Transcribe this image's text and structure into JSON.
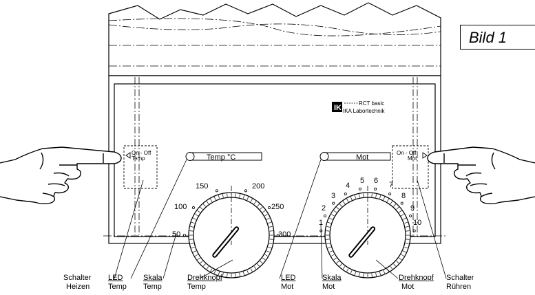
{
  "figure_label": "Bild 1",
  "device": {
    "model": "RCT basic",
    "brand": "IKA Labortechnik",
    "logo_letters": "IK"
  },
  "switches": {
    "left": {
      "line1": "On - Off",
      "line2": "Temp"
    },
    "right": {
      "line1": "On - Off",
      "line2": "Mot"
    }
  },
  "indicators": {
    "temp": "Temp °C",
    "mot": "Mot"
  },
  "dials": {
    "temp": {
      "scale": [
        "50",
        "100",
        "150",
        "200",
        "250",
        "300"
      ]
    },
    "mot": {
      "scale": [
        "1",
        "2",
        "3",
        "4",
        "5",
        "6",
        "7",
        "8",
        "9",
        "10"
      ]
    }
  },
  "callouts": {
    "schalter_heizen": {
      "line1": "Schalter",
      "line2": "Heizen"
    },
    "led_temp": {
      "line1": "LED",
      "line2": "Temp"
    },
    "skala_temp": {
      "line1": "Skala",
      "line2": "Temp"
    },
    "drehknopf_temp": {
      "line1": "Drehknopf",
      "line2": "Temp"
    },
    "led_mot": {
      "line1": "LED",
      "line2": "Mot"
    },
    "skala_mot": {
      "line1": "Skala",
      "line2": "Mot"
    },
    "drehknopf_mot": {
      "line1": "Drehknopf",
      "line2": "Mot"
    },
    "schalter_ruehren": {
      "line1": "Schalter",
      "line2": "Rühren"
    }
  }
}
